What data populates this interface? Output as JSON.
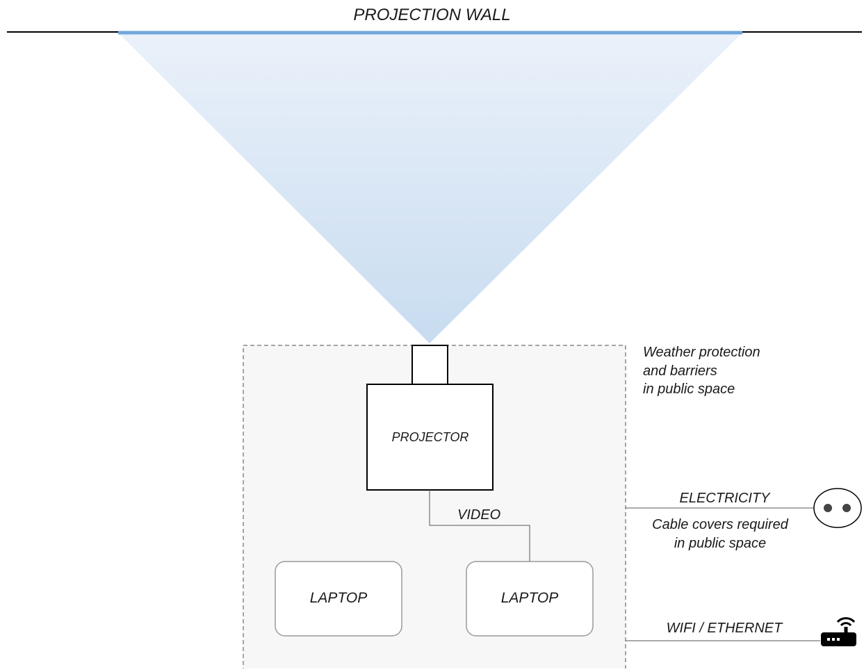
{
  "wall": {
    "title": "PROJECTION WALL"
  },
  "enclosure": {
    "note": "Weather protection\nand barriers\nin public space"
  },
  "projector": {
    "label": "PROJECTOR"
  },
  "connections": {
    "video": "VIDEO",
    "electricity": "ELECTRICITY",
    "cable_note": "Cable covers required\nin public space",
    "network": "WIFI / ETHERNET"
  },
  "laptops": [
    {
      "label": "LAPTOP"
    },
    {
      "label": "LAPTOP"
    }
  ],
  "icons": {
    "power": "power-outlet-icon",
    "network": "router-icon"
  },
  "colors": {
    "beam_top": "#eaf1fa",
    "beam_bottom": "#c8dcf0",
    "screen": "#6fa8dc",
    "enclosure_fill": "#f7f7f7",
    "enclosure_border": "#888888",
    "line": "#000000"
  }
}
